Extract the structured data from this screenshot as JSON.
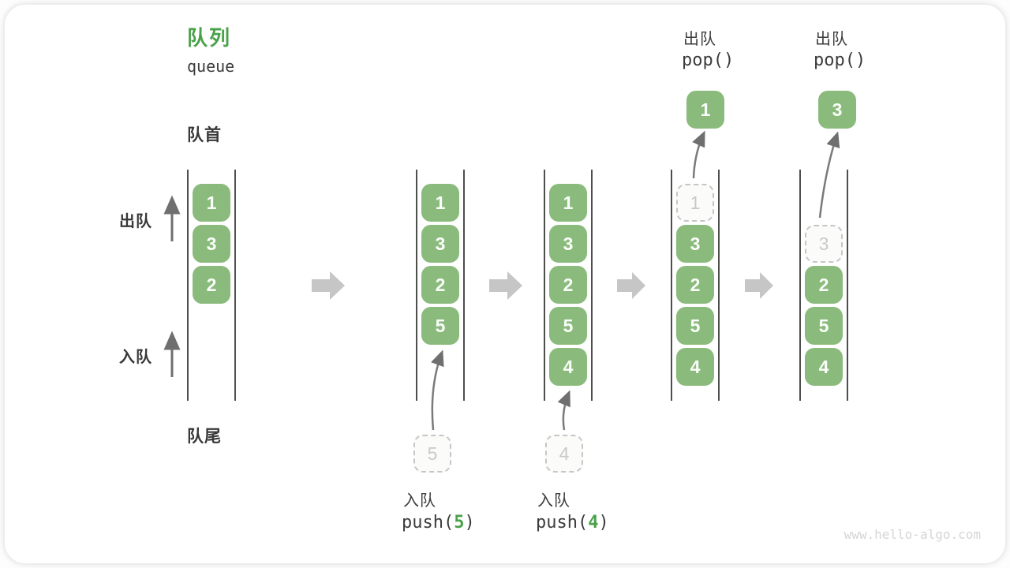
{
  "title": {
    "zh": "队列",
    "en": "queue"
  },
  "side_labels": {
    "front": "队首",
    "rear": "队尾",
    "dequeue": "出队",
    "enqueue": "入队"
  },
  "states": [
    {
      "items": [
        "1",
        "3",
        "2"
      ]
    },
    {
      "items": [
        "1",
        "3",
        "2",
        "5"
      ],
      "pending": "5"
    },
    {
      "items": [
        "1",
        "3",
        "2",
        "5",
        "4"
      ],
      "pending": "4"
    },
    {
      "ghost": "1",
      "items": [
        "3",
        "2",
        "5",
        "4"
      ],
      "popped": "1"
    },
    {
      "ghost": "3",
      "items": [
        "2",
        "5",
        "4"
      ],
      "popped": "3"
    }
  ],
  "operations": {
    "push5": {
      "label": "入队",
      "code_prefix": "push(",
      "arg": "5",
      "code_suffix": ")"
    },
    "push4": {
      "label": "入队",
      "code_prefix": "push(",
      "arg": "4",
      "code_suffix": ")"
    },
    "pop1": {
      "label": "出队",
      "code": "pop()"
    },
    "pop3": {
      "label": "出队",
      "code": "pop()"
    }
  },
  "watermark": "www.hello-algo.com",
  "colors": {
    "item_green": "#8abb7c",
    "accent_green": "#4aa14a",
    "text_dark": "#3c3c3c",
    "ghost_gray": "#c9c9c9",
    "arrow_gray": "#7a7a7a",
    "block_arrow_gray": "#c6c6c6",
    "rail_gray": "#4e4e4e"
  }
}
